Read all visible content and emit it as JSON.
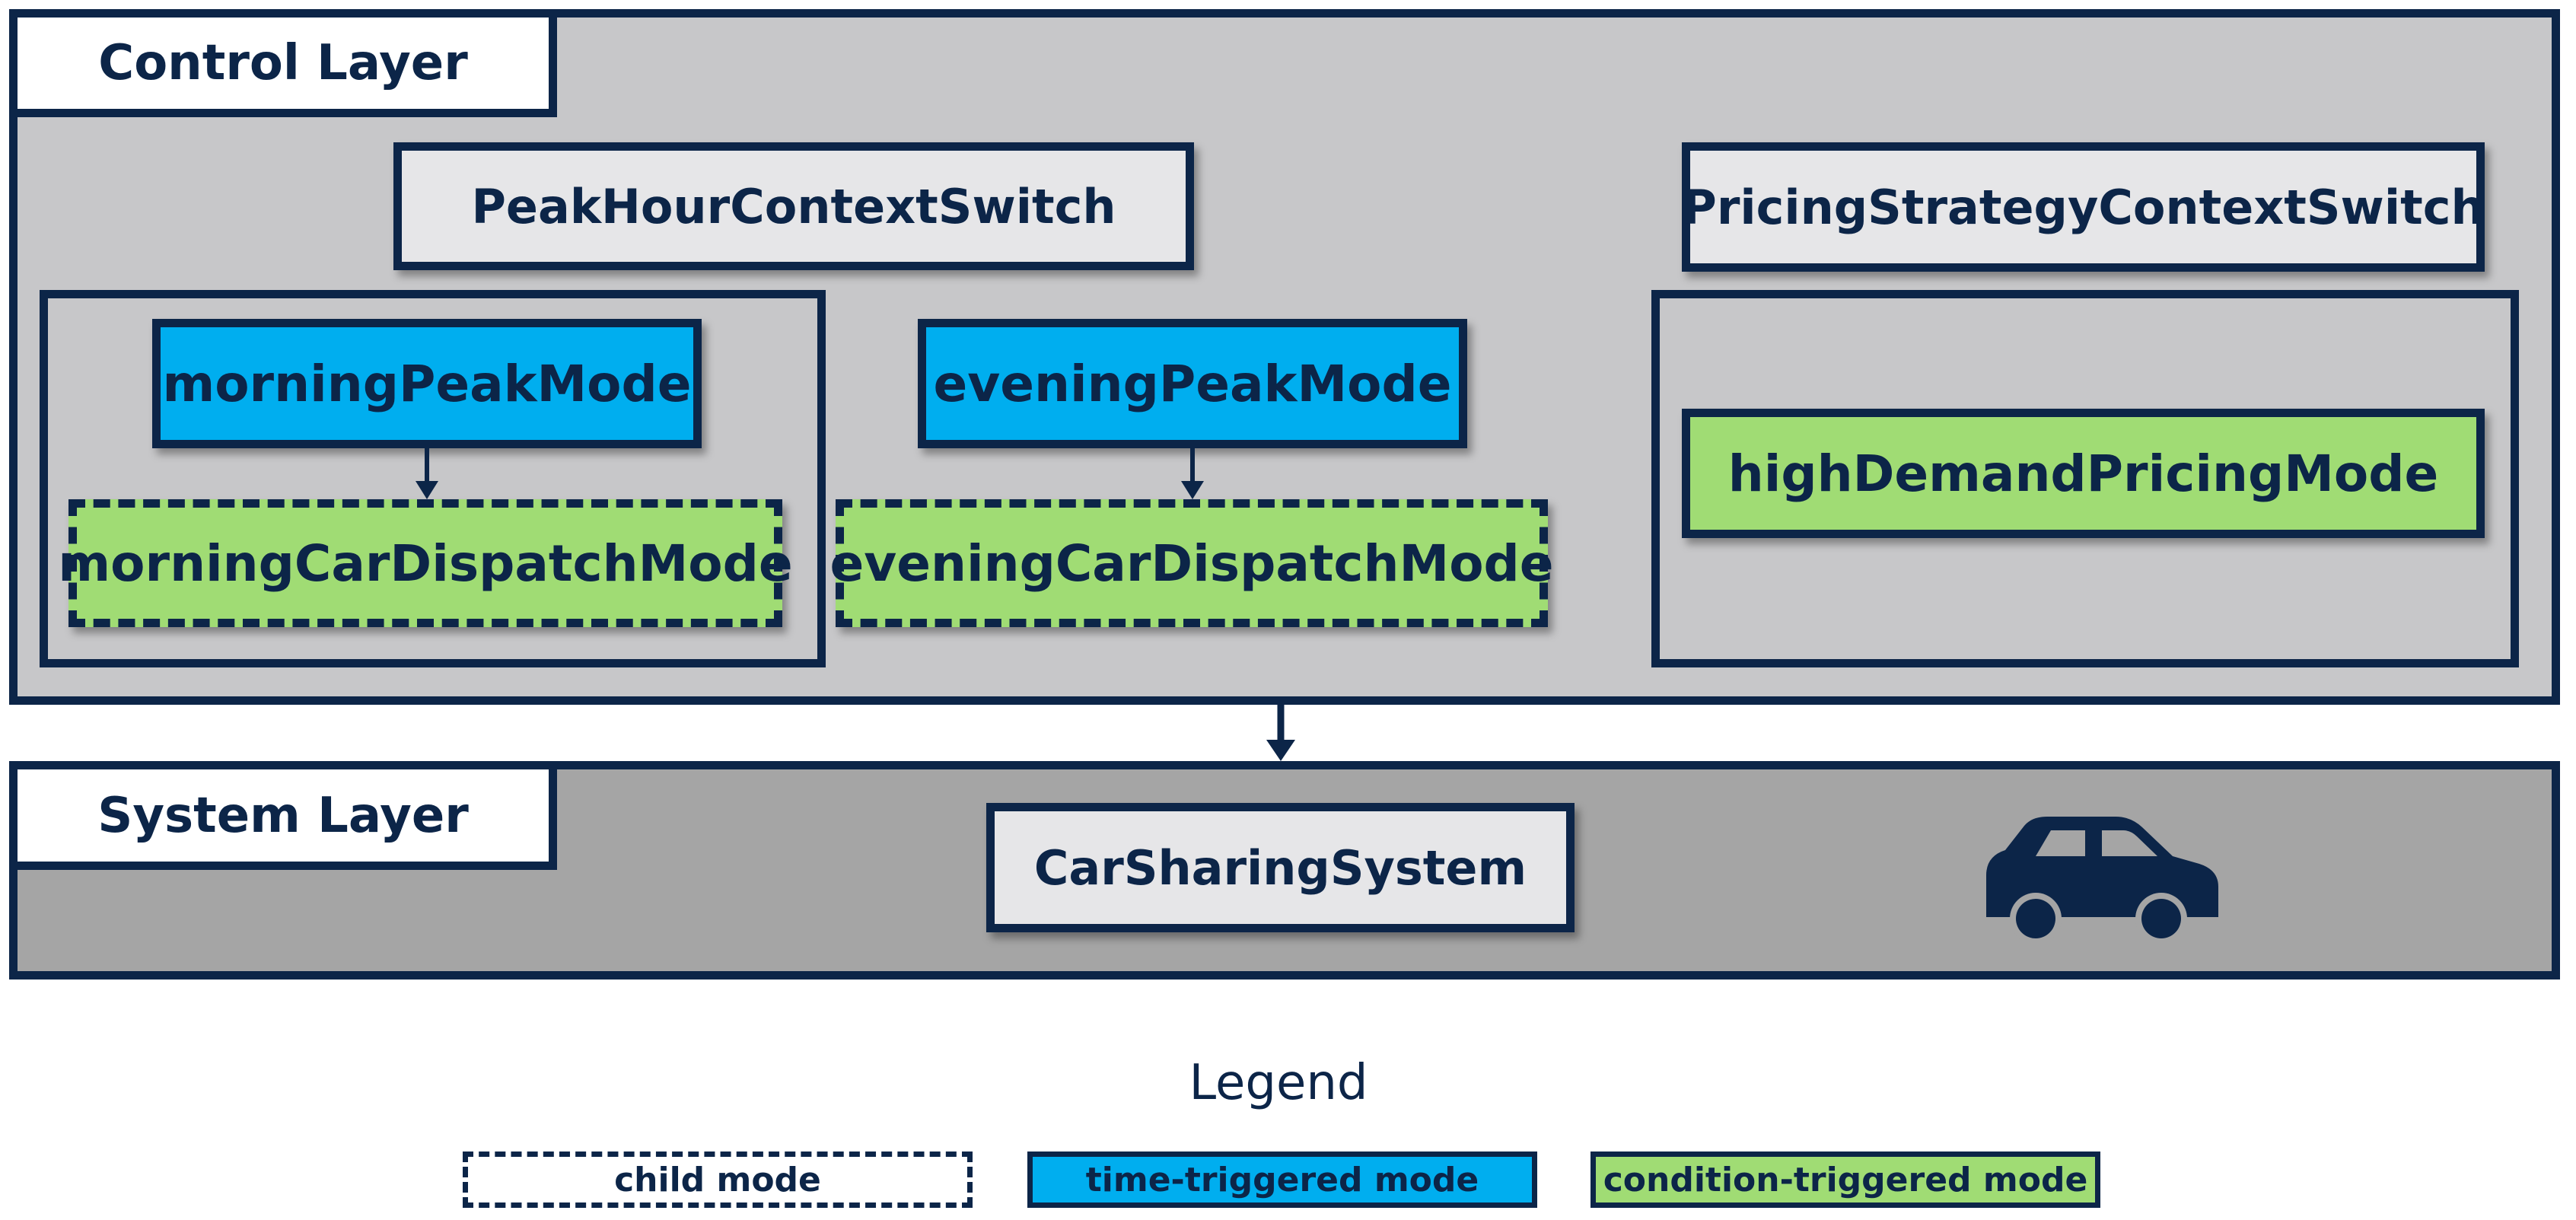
{
  "control_layer": {
    "label": "Control Layer",
    "peak_switch": "PeakHourContextSwitch",
    "pricing_switch": "PricingStrategyContextSwitch",
    "morning_peak": "morningPeakMode",
    "evening_peak": "eveningPeakMode",
    "morning_dispatch": "morningCarDispatchMode",
    "evening_dispatch": "eveningCarDispatchMode",
    "high_demand": "highDemandPricingMode"
  },
  "system_layer": {
    "label": "System Layer",
    "system": "CarSharingSystem",
    "icon": "car-icon"
  },
  "legend": {
    "title": "Legend",
    "items": [
      "child mode",
      "time-triggered mode",
      "condition-triggered mode"
    ]
  },
  "colors": {
    "navy": "#0c2548",
    "blue": "#00aeef",
    "green": "#a0dc74",
    "control_bg": "#c7c7c9",
    "system_bg": "#a5a5a5",
    "box_gray": "#e6e6e8"
  }
}
